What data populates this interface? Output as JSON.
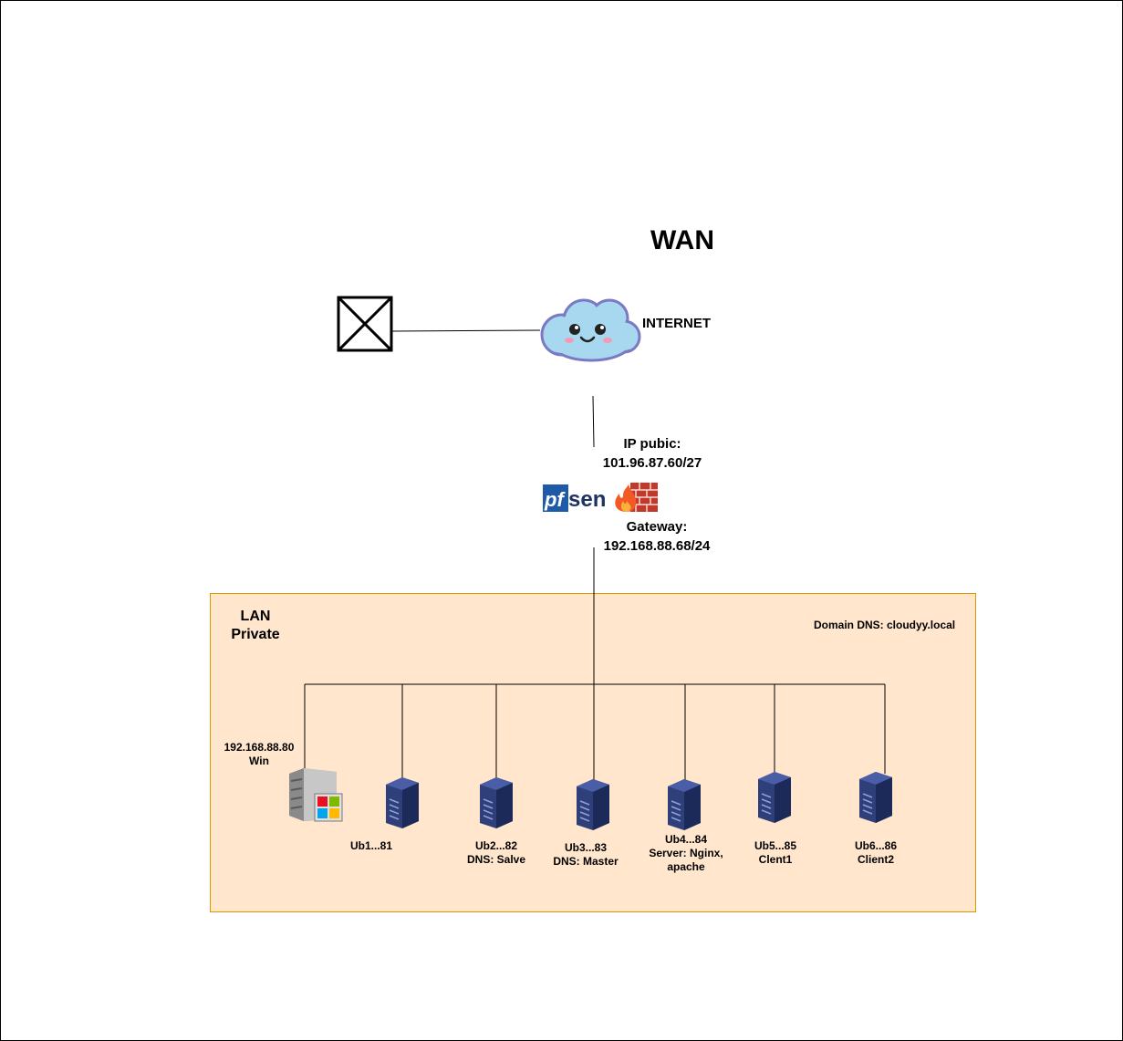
{
  "diagram": {
    "wan_title": "WAN",
    "internet_label": "INTERNET",
    "ip_public": {
      "line1": "IP pubic:",
      "line2": "101.96.87.60/27"
    },
    "gateway": {
      "line1": "Gateway:",
      "line2": "192.168.88.68/24"
    },
    "firewall_logo_text": "pfsen",
    "lan": {
      "line1": "LAN",
      "line2": "Private",
      "dns_domain": "Domain DNS: cloudyy.local"
    },
    "win_host": {
      "line1": "192.168.88.80",
      "line2": "Win"
    },
    "hosts": [
      {
        "line1": "Ub1...81",
        "line2": "",
        "line3": ""
      },
      {
        "line1": "Ub2...82",
        "line2": "DNS: Salve",
        "line3": ""
      },
      {
        "line1": "Ub3...83",
        "line2": "DNS: Master",
        "line3": ""
      },
      {
        "line1": "Ub4...84",
        "line2": "Server: Nginx,",
        "line3": "apache"
      },
      {
        "line1": "Ub5...85",
        "line2": "Clent1",
        "line3": ""
      },
      {
        "line1": "Ub6...86",
        "line2": "Client2",
        "line3": ""
      }
    ],
    "colors": {
      "lan_fill": "#ffe6cc",
      "lan_border": "#d79b00",
      "cloud": "#a8d8f0",
      "server": "#2e3f7a",
      "pfsense_blue": "#1e5aa8",
      "firewall_brick": "#c0392b"
    },
    "icons": [
      "crossed-box-icon",
      "cloud-icon",
      "pfsense-logo",
      "firewall-icon",
      "windows-server-icon",
      "server-icon"
    ]
  }
}
